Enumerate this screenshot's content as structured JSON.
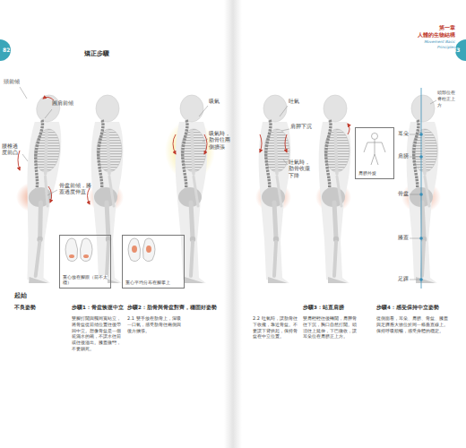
{
  "diagram": {
    "title": "矯正步驟",
    "nodes": [
      {
        "text": [
          "重心放在腳跟（前不太穩）"
        ]
      },
      {
        "text": [
          "重心平均分布在腳掌上"
        ]
      },
      {
        "text": [
          "肩膀外旋"
        ]
      }
    ],
    "labels": [
      "82",
      "83",
      "第一章",
      "人體的生物結構",
      "Movement Basic Principles",
      "頭前傾",
      "圓肩前傾",
      "腰椎過度前凸",
      "骨盆前傾，膝蓋過度伸直",
      "吸氣",
      "吸氣時，肋骨往兩側擴張",
      "吐氣",
      "肩胛下沉",
      "吐氣時，肋骨收攏下降",
      "耳朵",
      "肩膀",
      "骨盆",
      "膝蓋",
      "足踝",
      "頭部位在脊柱正上方",
      "起始",
      "不良姿勢",
      "步驟1：骨盆恢復中立",
      "雙腳打開與髖同寬站立，將骨盆從前傾位置往後帶回中立。想像骨盆是一個裝滿水的碗，不讓水往前或往後溢出。膝蓋微彎，不要鎖死。",
      "步驟2：肋骨與骨盆對齊，穩固好姿勢",
      "2.1 雙手放在肋骨上，深吸一口氣，感受肋骨往兩側與後方擴張。",
      "2.2 吐氣時，讓肋骨往下收攏，靠近骨盆。不要讓下背拱起，保持骨盆在中立位置。",
      "步驟3：站直肩膀",
      "雙肩輕輕往後轉開，肩胛骨往下沉，胸口自然打開。頭頂往上延伸，下巴微收，讓耳朵位在肩膀正上方。",
      "步驟4：感受保持中立姿勢",
      "從側面看，耳朵、肩膀、骨盆、膝蓋與足踝應大致位於同一條垂直線上。保持呼吸順暢，感受身體的穩定。"
    ]
  }
}
